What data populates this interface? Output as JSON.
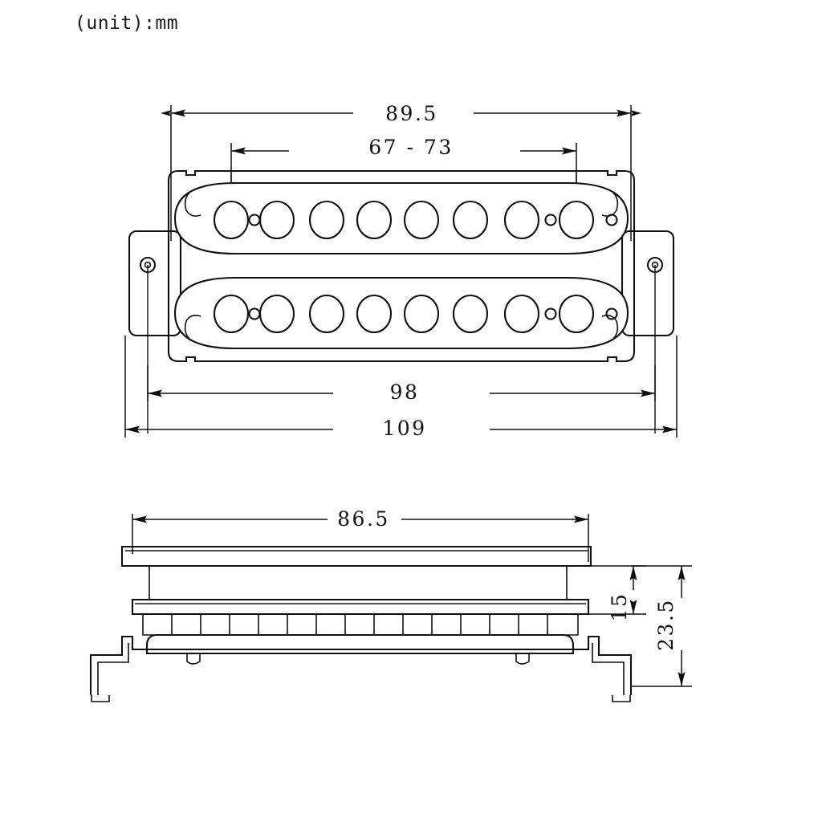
{
  "drawing": {
    "title_note": "(unit):mm",
    "subject": "guitar humbucker pickup dimensional drawing",
    "views": [
      {
        "id": "top-view",
        "name": "top view"
      },
      {
        "id": "side-view",
        "name": "side view"
      }
    ]
  },
  "dimensions": {
    "top_view": [
      {
        "id": "dim-89-5",
        "label": "89.5",
        "position": "top-outer",
        "orientation": "horizontal"
      },
      {
        "id": "dim-67-73",
        "label": "67 - 73",
        "position": "top-inner",
        "orientation": "horizontal"
      },
      {
        "id": "dim-98",
        "label": "98",
        "position": "bottom-inner",
        "orientation": "horizontal"
      },
      {
        "id": "dim-109",
        "label": "109",
        "position": "bottom-outer",
        "orientation": "horizontal"
      }
    ],
    "side_view": [
      {
        "id": "dim-86-5",
        "label": "86.5",
        "position": "top",
        "orientation": "horizontal"
      },
      {
        "id": "dim-15",
        "label": "15",
        "position": "right-inner",
        "orientation": "vertical"
      },
      {
        "id": "dim-23-5",
        "label": "23.5",
        "position": "right-outer",
        "orientation": "vertical"
      }
    ]
  },
  "geometry": {
    "pole_piece_count_per_coil": 8,
    "coil_count": 2,
    "baseplate_rib_count": 14,
    "mounting_ear_count": 2,
    "mounting_hole_count": 2
  },
  "colors": {
    "line": "#111111",
    "background": "#ffffff",
    "text": "#1a1a1a"
  }
}
